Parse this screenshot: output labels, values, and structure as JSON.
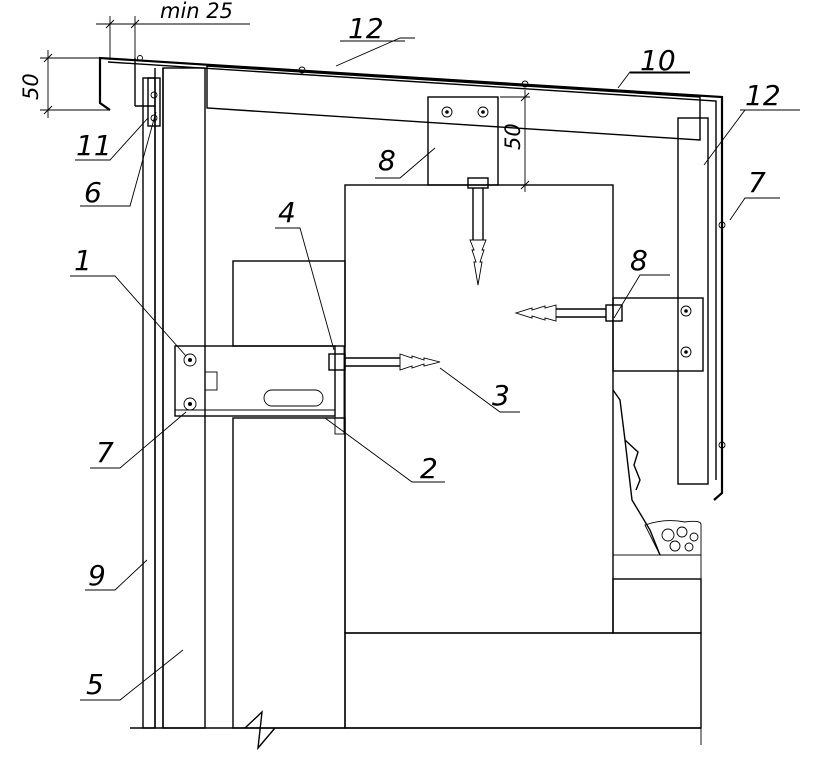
{
  "dimensions": {
    "min_overhang": "min 25",
    "height_left": "50",
    "height_bracket": "50"
  },
  "callouts": {
    "c1": "1",
    "c2": "2",
    "c3": "3",
    "c4": "4",
    "c5": "5",
    "c6": "6",
    "c7_left": "7",
    "c7_right": "7",
    "c8_top": "8",
    "c8_right": "8",
    "c9": "9",
    "c10": "10",
    "c11": "11",
    "c12_top": "12",
    "c12_right": "12"
  },
  "colors": {
    "line": "#000000",
    "background": "#ffffff"
  }
}
